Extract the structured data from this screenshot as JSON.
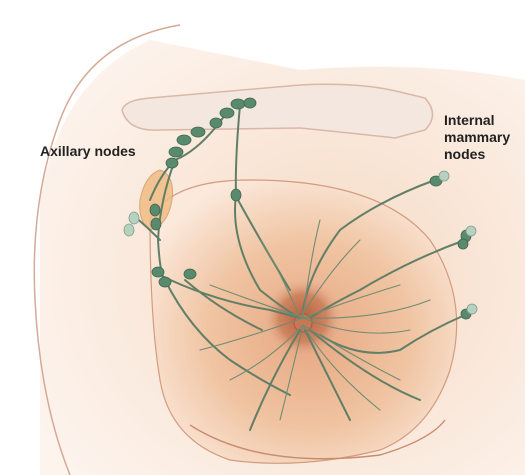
{
  "labels": {
    "axillary": "Axillary nodes",
    "internal_line1": "Internal",
    "internal_line2": "mammary",
    "internal_line3": "nodes"
  },
  "colors": {
    "skin": "#f3d3b7",
    "skin_dark": "#e2a885",
    "areola": "#c8744f",
    "vessel": "#5e7d66",
    "node": "#5a8a6e",
    "node_light": "#b8d3c4",
    "outline": "#c79a84",
    "clavicle": "#f2e6de",
    "fat_lobe": "#f0c189"
  }
}
